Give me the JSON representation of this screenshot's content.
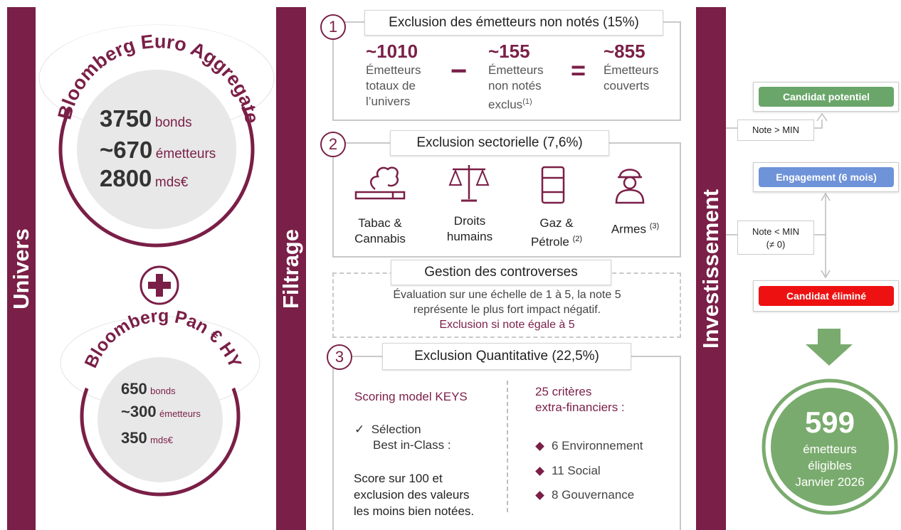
{
  "sections": {
    "univers": "Univers",
    "filtrage": "Filtrage",
    "investissement": "Investissement"
  },
  "euro_aggregate": {
    "name": "Bloomberg Euro Aggregate",
    "bonds_value": "3750",
    "bonds_unit": "bonds",
    "issuers_value": "~670",
    "issuers_unit": "émetteurs",
    "amount_value": "2800",
    "amount_unit": "mds€"
  },
  "pan_hy": {
    "name": "Bloomberg Pan € HY",
    "bonds_value": "650",
    "bonds_unit": "bonds",
    "issuers_value": "~300",
    "issuers_unit": "émetteurs",
    "amount_value": "350",
    "amount_unit": "mds€"
  },
  "step1": {
    "number": "1",
    "title": "Exclusion des émetteurs non notés (15%)",
    "total_value": "~1010",
    "total_desc_1": "Émetteurs",
    "total_desc_2": "totaux de",
    "total_desc_3": "l’univers",
    "minus": "−",
    "excluded_value": "~155",
    "excluded_desc_1": "Émetteurs",
    "excluded_desc_2": "non notés",
    "excluded_desc_3": "exclus",
    "excluded_note": "(1)",
    "equals": "=",
    "covered_value": "~855",
    "covered_desc_1": "Émetteurs",
    "covered_desc_2": "couverts"
  },
  "step2": {
    "number": "2",
    "title": "Exclusion sectorielle (7,6%)",
    "sectors": [
      {
        "line1": "Tabac &",
        "line2": "Cannabis",
        "note": "",
        "icon": "cigarette-icon"
      },
      {
        "line1": "Droits",
        "line2": "humains",
        "note": "",
        "icon": "scales-icon"
      },
      {
        "line1": "Gaz &",
        "line2": "Pétrole",
        "note": "(2)",
        "icon": "oil-barrel-icon"
      },
      {
        "line1": "Armes",
        "line2": "",
        "note": "(3)",
        "icon": "soldier-icon"
      }
    ]
  },
  "controversies": {
    "title": "Gestion des controverses",
    "line1": "Évaluation sur une échelle de 1 à 5, la note 5",
    "line2": "représente le plus fort impact négatif.",
    "line3": "Exclusion si note égale à 5"
  },
  "step3": {
    "number": "3",
    "title": "Exclusion Quantitative (22,5%)",
    "model": "Scoring model KEYS",
    "check": "✓",
    "selection_1": "Sélection",
    "selection_2": "Best in-Class :",
    "score_1": "Score sur 100 et",
    "score_2": "exclusion des valeurs",
    "score_3": "les moins bien notées.",
    "criteria_1": "25 critères",
    "criteria_2": "extra-financiers :",
    "pillars": [
      "6 Environnement",
      "11 Social",
      "8 Gouvernance"
    ]
  },
  "investment": {
    "candidate": "Candidat potentiel",
    "engagement": "Engagement (6 mois)",
    "eliminated": "Candidat éliminé",
    "note_above": "Note > MIN",
    "note_below_1": "Note < MIN",
    "note_below_2": "(≠ 0)",
    "result_value": "599",
    "result_line1": "émetteurs",
    "result_line2": "éligibles",
    "result_line3": "Janvier 2026"
  },
  "colors": {
    "maroon": "#7a1f47",
    "green": "#6aa66a",
    "blue": "#6f93d8",
    "red": "#ee1111",
    "result_green": "#7aab6e"
  }
}
